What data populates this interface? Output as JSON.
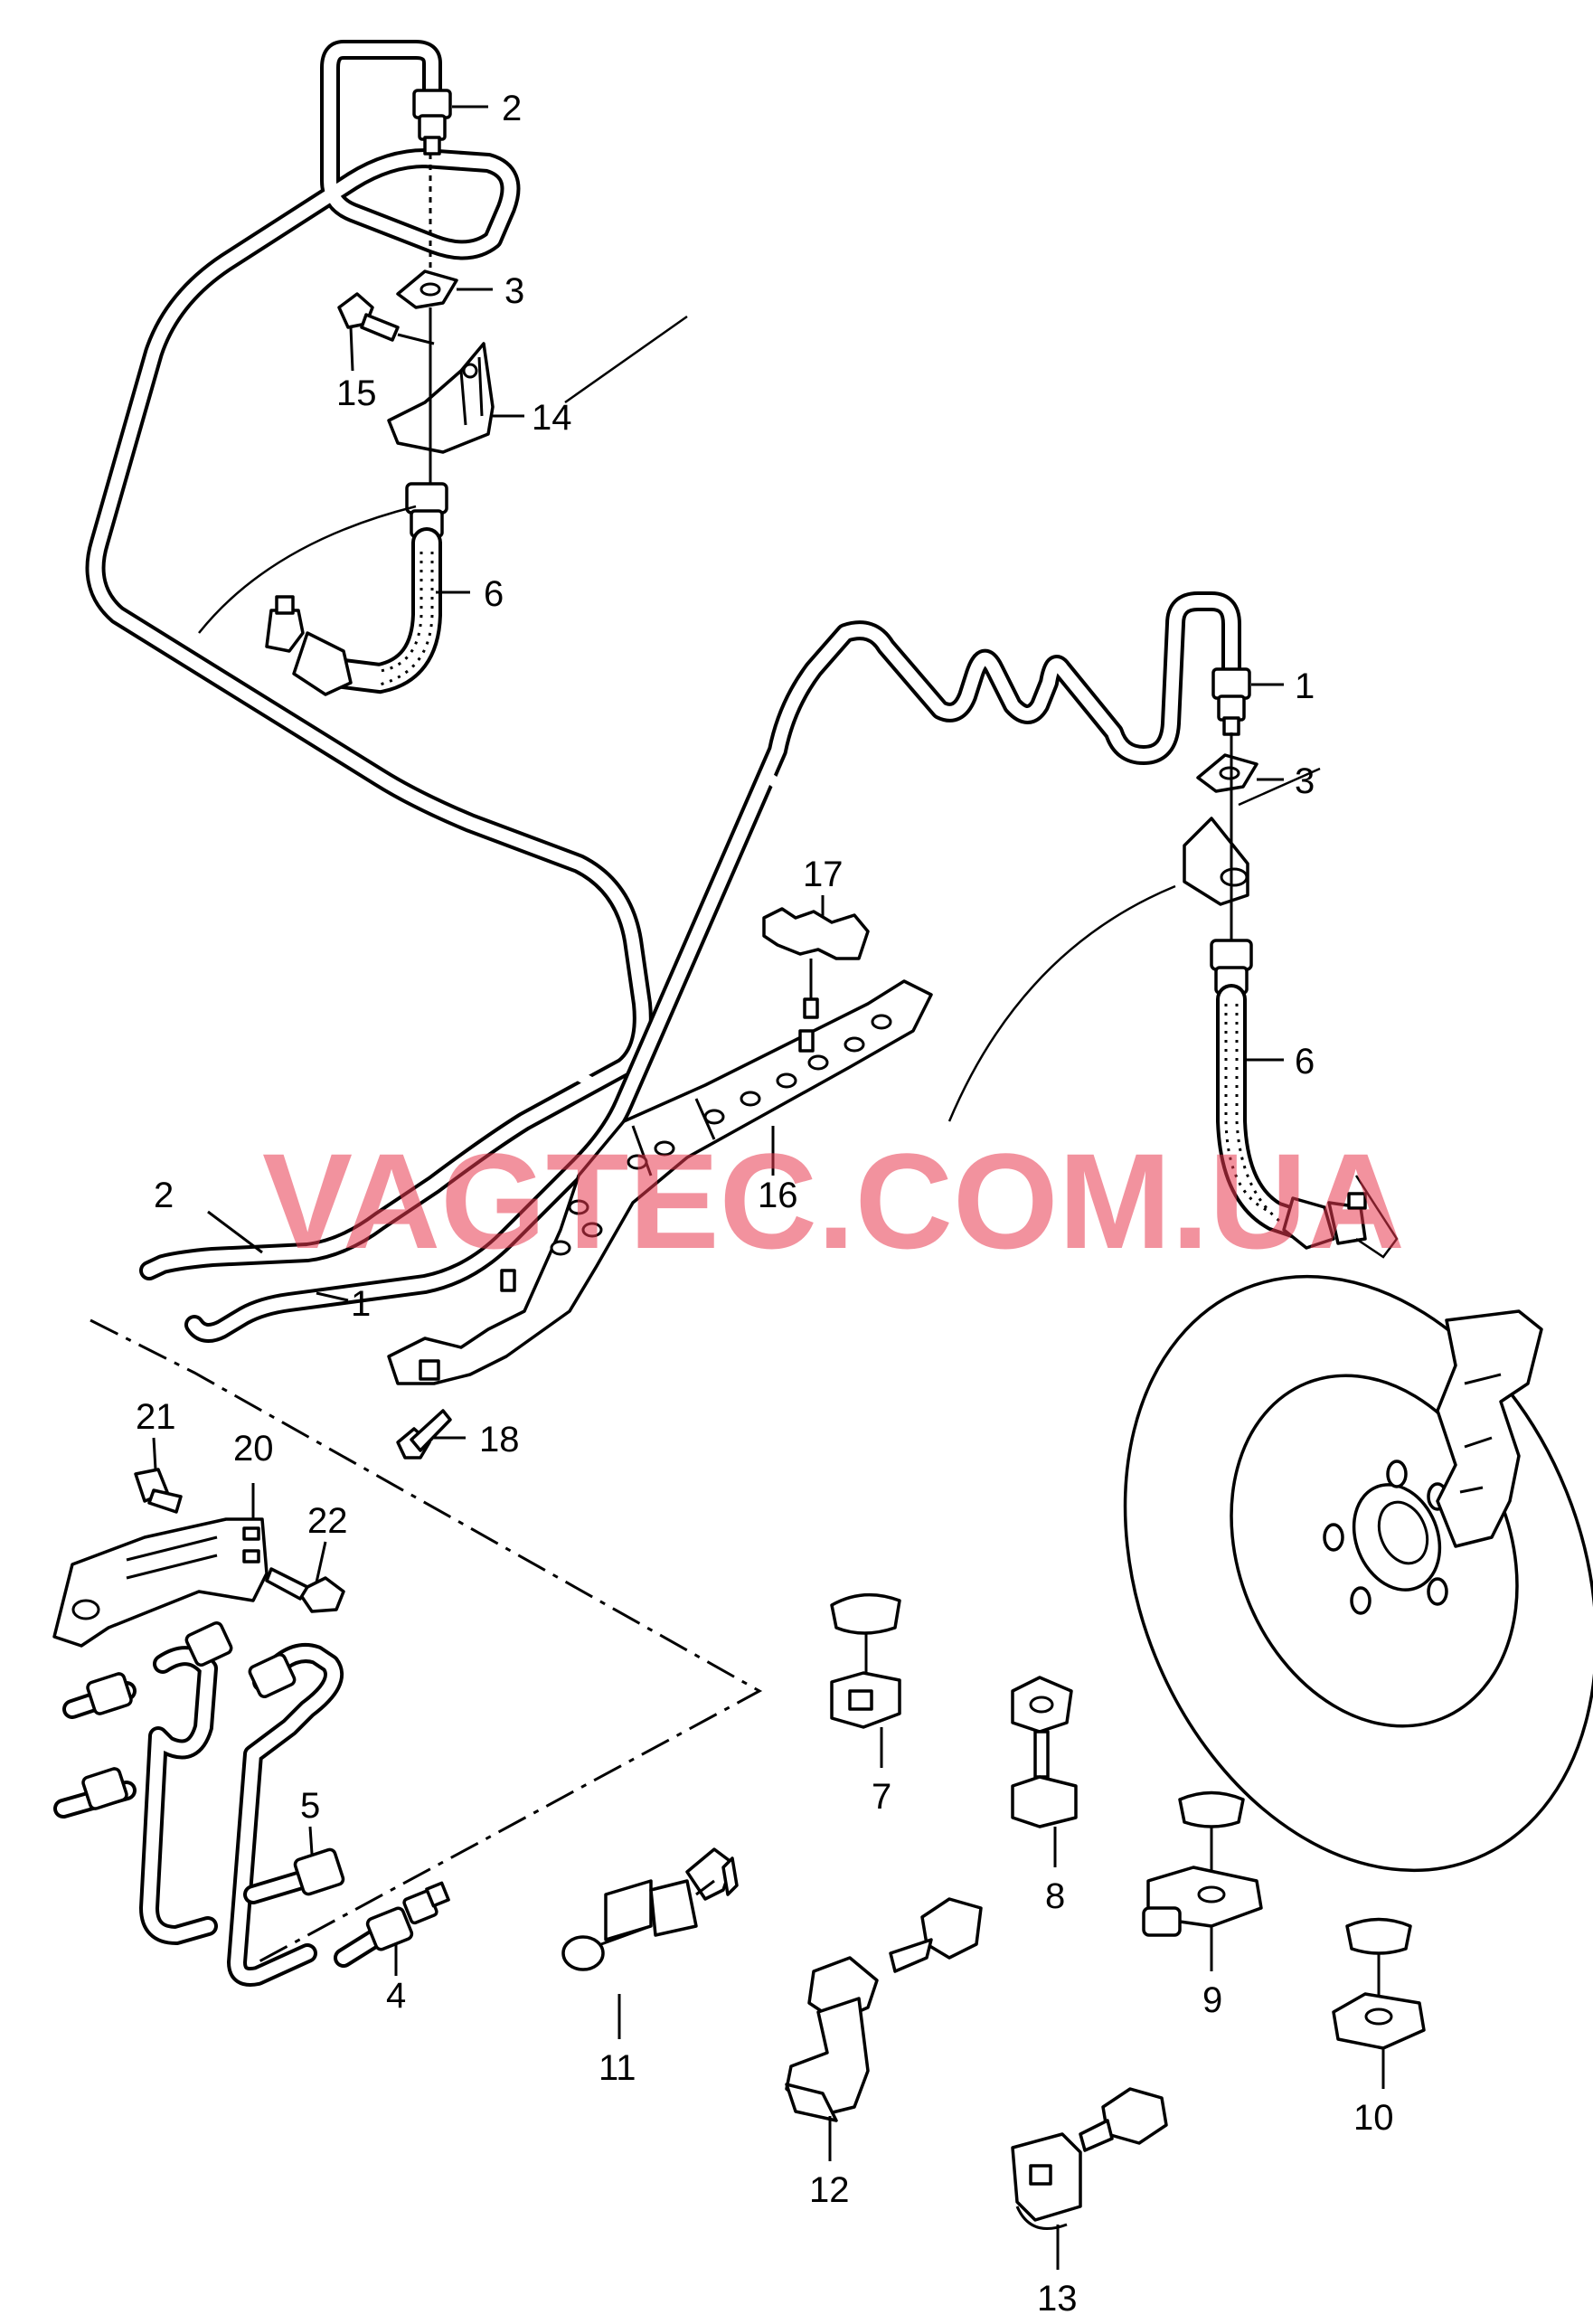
{
  "watermark": "VAGTEC.COM.UA",
  "part_labels": {
    "l1a": "1",
    "l1b": "1",
    "l2a": "2",
    "l2b": "2",
    "l3a": "3",
    "l3b": "3",
    "l4": "4",
    "l5": "5",
    "l6a": "6",
    "l6b": "6",
    "l7": "7",
    "l8": "8",
    "l9": "9",
    "l10": "10",
    "l11": "11",
    "l12": "12",
    "l13": "13",
    "l14": "14",
    "l15": "15",
    "l16": "16",
    "l17": "17",
    "l18": "18",
    "l20": "20",
    "l21": "21",
    "l22": "22"
  }
}
